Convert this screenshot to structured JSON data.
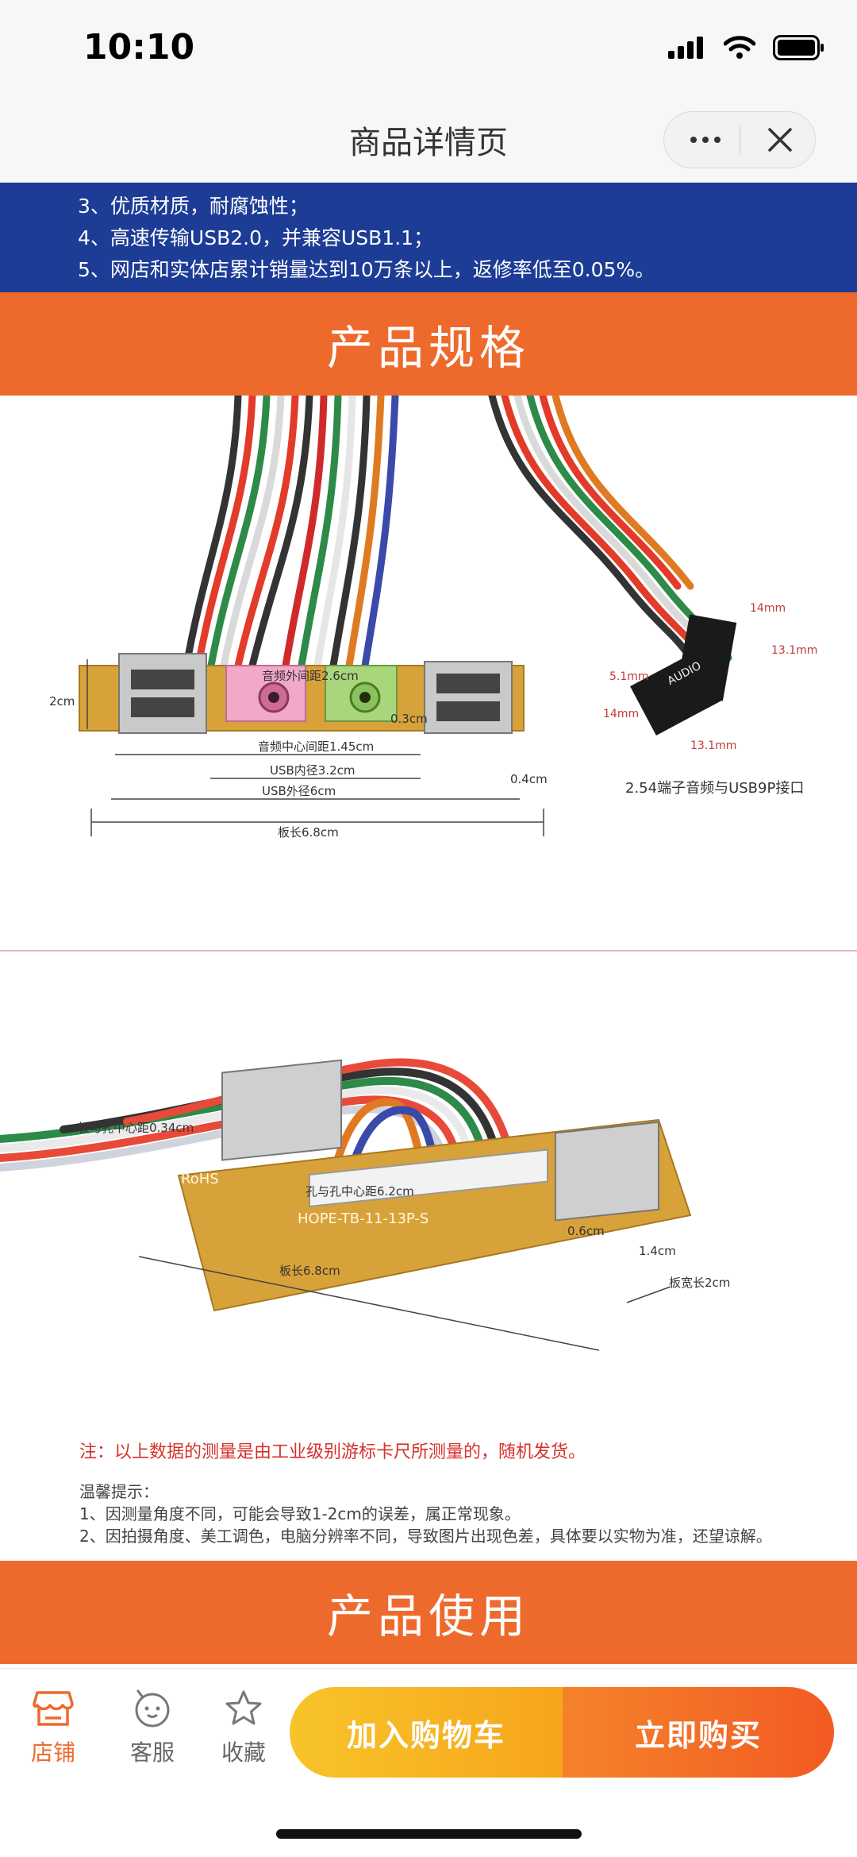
{
  "status_bar": {
    "time": "10:10"
  },
  "nav": {
    "title": "商品详情页"
  },
  "features": [
    "3、优质材质，耐腐蚀性；",
    "4、高速传输USB2.0，并兼容USB1.1；",
    "5、网店和实体店累计销量达到10万条以上，返修率低至0.05%。"
  ],
  "sections": {
    "spec_title": "产品规格",
    "use_title": "产品使用"
  },
  "diagram1": {
    "height_label": "2cm",
    "audio_outer": "音频外间距2.6cm",
    "audio_center": "音频中心间距1.45cm",
    "gap": "0.3cm",
    "usb_inner": "USB内径3.2cm",
    "usb_outer": "USB外径6cm",
    "board_len": "板长6.8cm",
    "edge": "0.4cm",
    "conn_w": "14mm",
    "conn_h": "13.1mm",
    "conn_side": "5.1mm",
    "conn_w2": "14mm",
    "conn_h2": "13.1mm",
    "audio_text": "AUDIO",
    "caption": "2.54端子音频与USB9P接口"
  },
  "diagram2": {
    "hole_center": "板与孔中心距0.34cm",
    "hole_spacing": "孔与孔中心距6.2cm",
    "board_len": "板长6.8cm",
    "thickness": "0.6cm",
    "side": "1.4cm",
    "board_width": "板宽长2cm",
    "rohs": "RoHS",
    "model": "HOPE-TB-11-13P-S"
  },
  "notes": {
    "red": "注：以上数据的测量是由工业级别游标卡尺所测量的，随机发货。",
    "tips_title": "温馨提示：",
    "tips": [
      "1、因测量角度不同，可能会导致1-2cm的误差，属正常现象。",
      "2、因拍摄角度、美工调色，电脑分辨率不同，导致图片出现色差，具体要以实物为准，还望谅解。"
    ]
  },
  "bottom_bar": {
    "tabs": [
      {
        "label": "店铺",
        "icon": "store-icon"
      },
      {
        "label": "客服",
        "icon": "customer-service-icon"
      },
      {
        "label": "收藏",
        "icon": "star-icon"
      }
    ],
    "add_to_cart": "加入购物车",
    "buy_now": "立即购买"
  },
  "colors": {
    "accent": "#ee6a2c",
    "band_blue": "#1d3c96",
    "cart_yellow": "#f7b623",
    "buy_orange": "#f2662a"
  }
}
